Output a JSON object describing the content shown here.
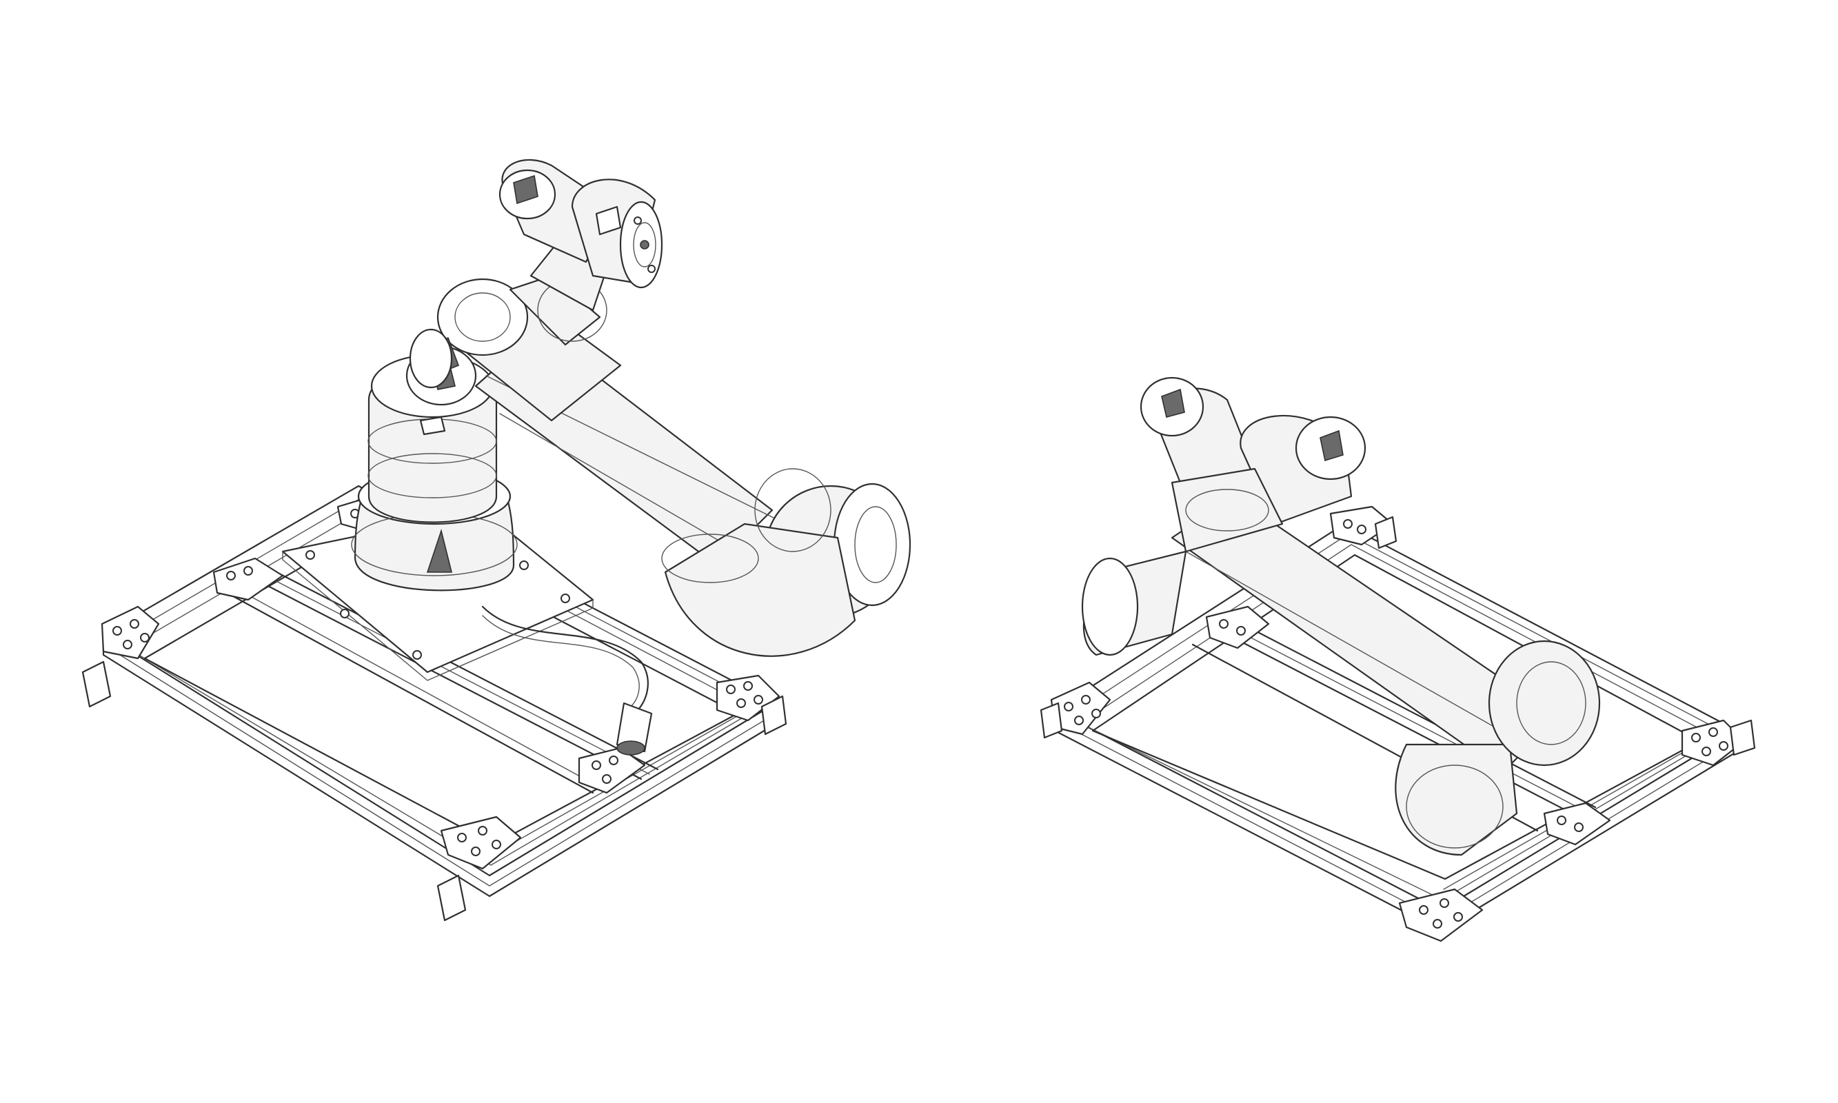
{
  "figure": {
    "views": [
      {
        "name": "robot-arm-upright-on-frame",
        "orientation": "upright"
      },
      {
        "name": "robot-arm-inverted-in-frame",
        "orientation": "inverted"
      }
    ],
    "colors": {
      "line": "#2f2f2f",
      "background": "#ffffff",
      "shade": "#f3f3f3"
    }
  }
}
